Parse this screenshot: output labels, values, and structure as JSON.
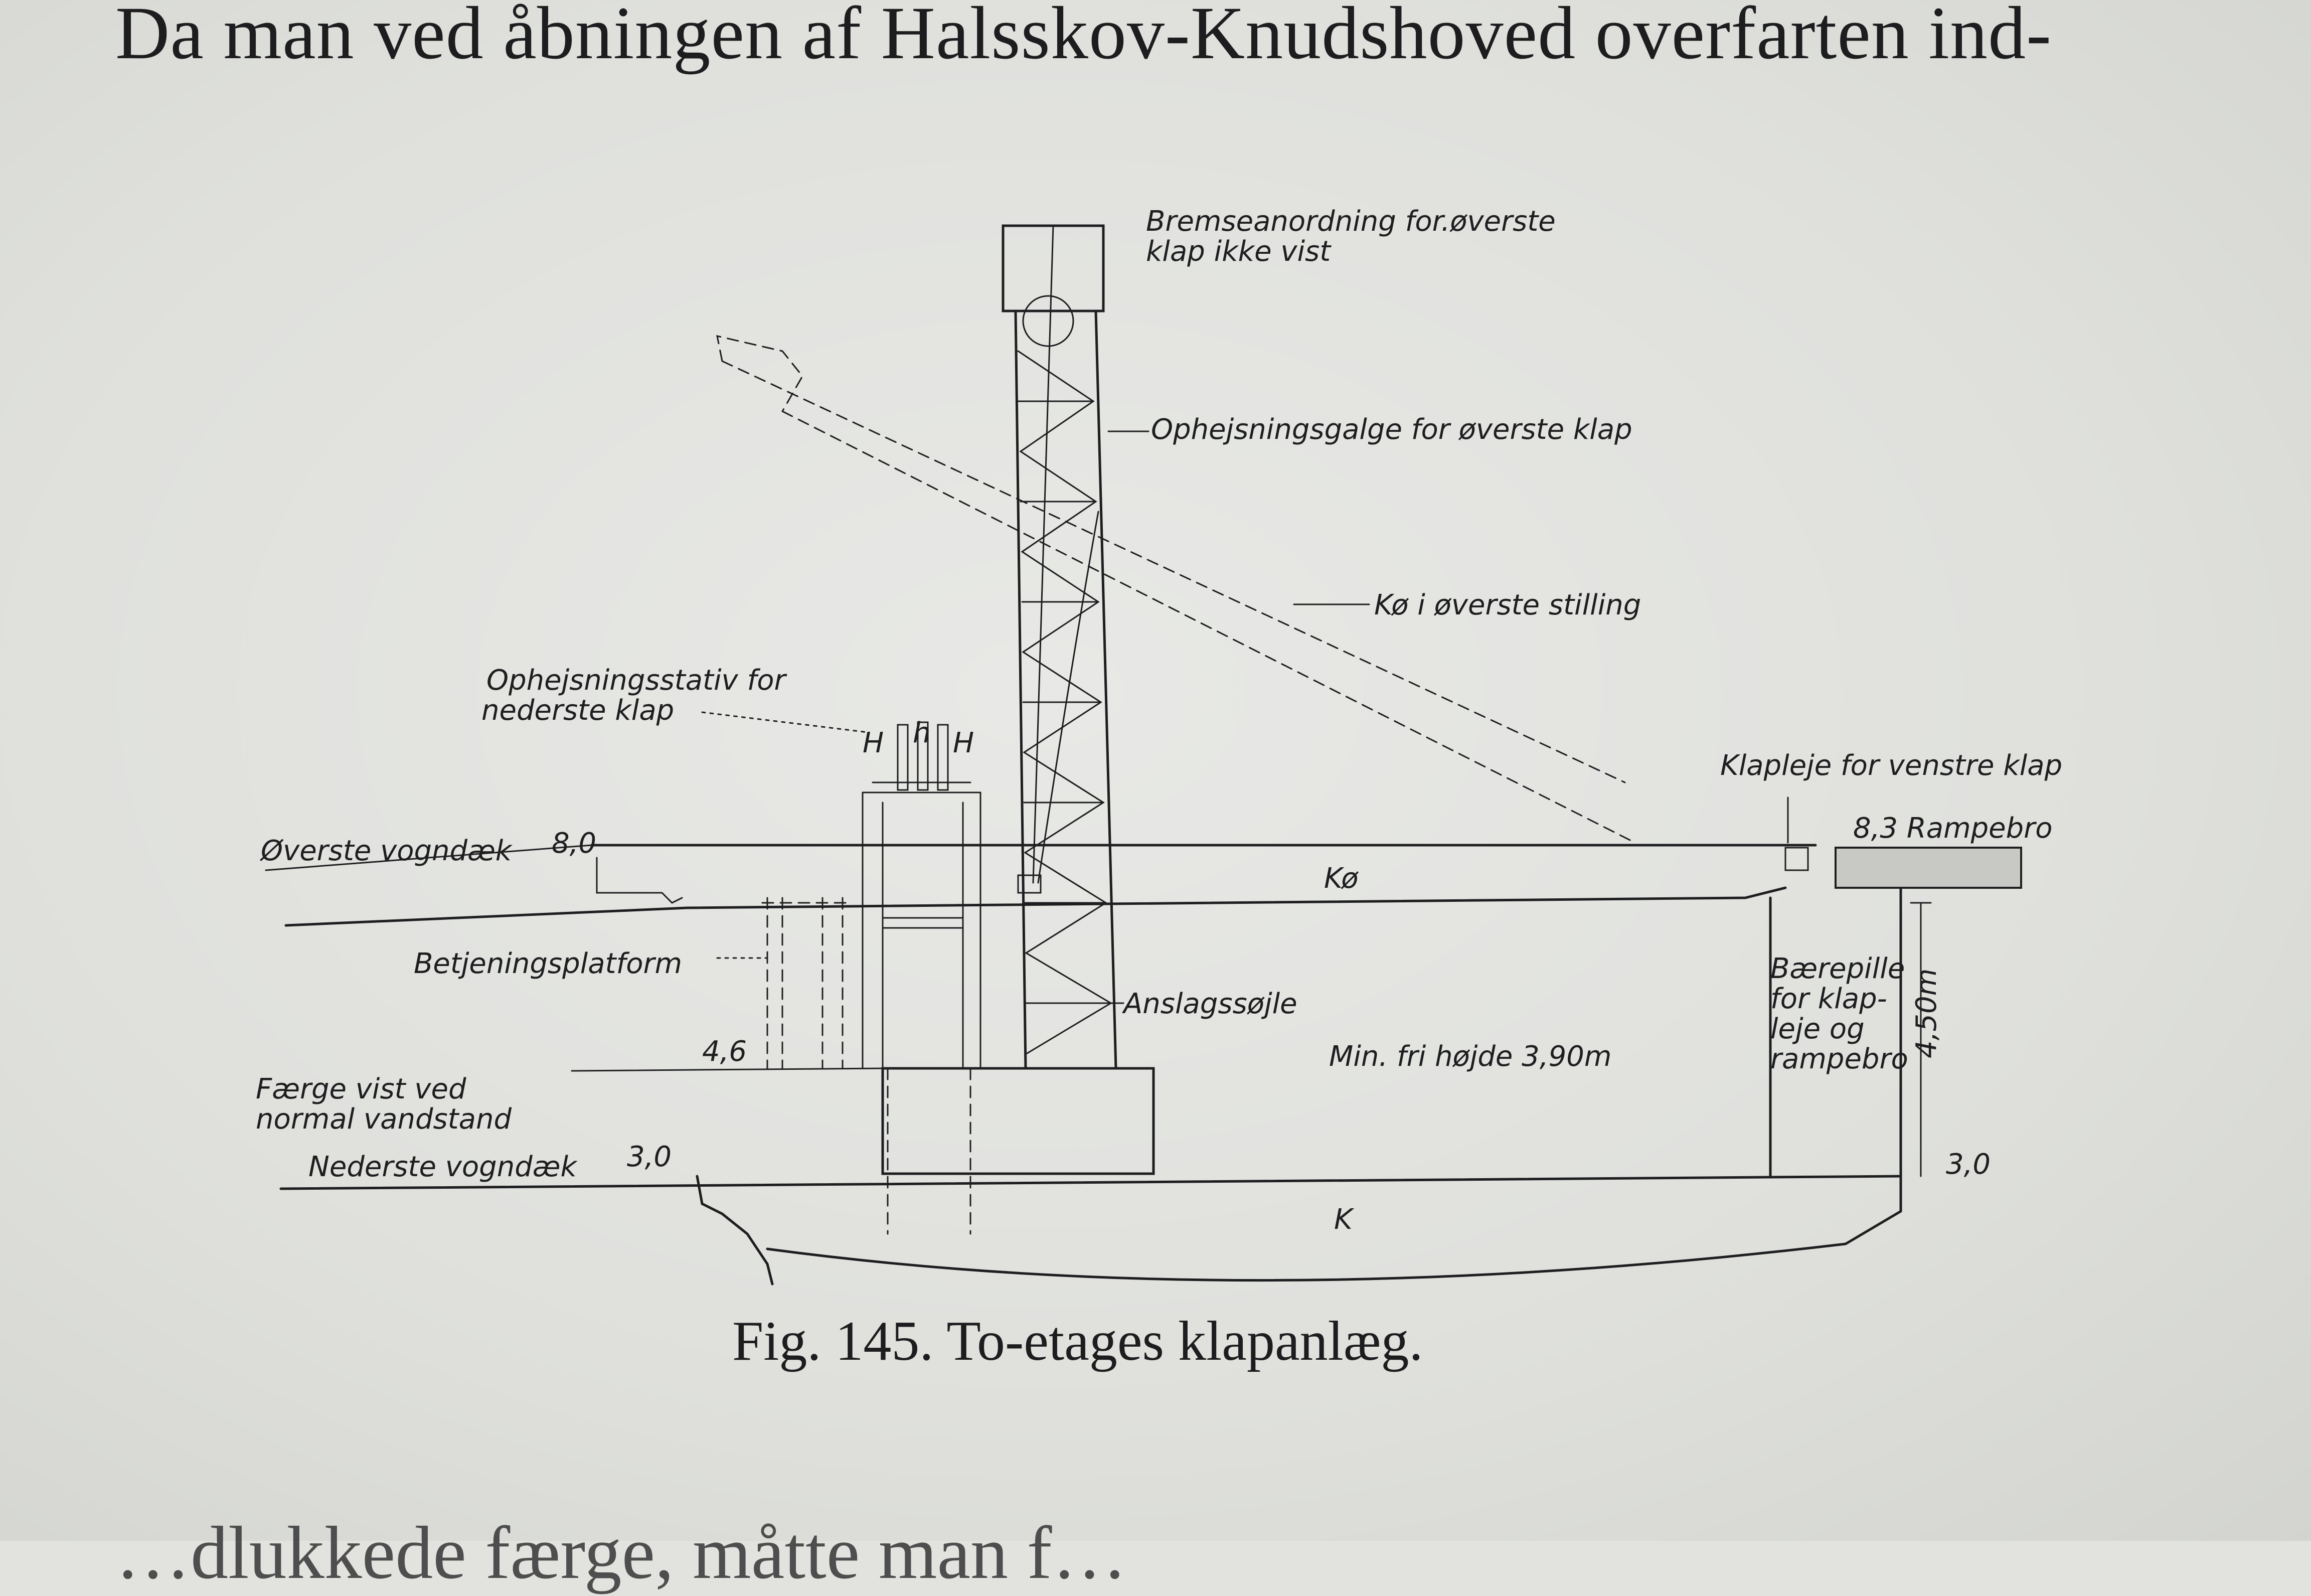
{
  "page": {
    "top_text": "Da man ved åbningen af Halsskov-Knudshoved overfarten ind-",
    "caption": "Fig. 145. To-etages klapanlæg.",
    "bottom_fragment": "…dlukkede færge, måtte man f…"
  },
  "diagram": {
    "labels": {
      "brake_note_line1": "Bremseanordning for.øverste",
      "brake_note_line2": "klap ikke vist",
      "gallows": "Ophejsningsgalge for øverste klap",
      "upper_position": "Kø i øverste stilling",
      "stand_line1": "Ophejsningsstativ for",
      "stand_line2": "nederste klap",
      "bearing": "Klapleje for venstre klap",
      "ramp": "8,3 Rampebro",
      "upper_deck": "Øverste vogndæk",
      "upper_deck_level": "8,0",
      "ko": "Kø",
      "platform": "Betjeningsplatform",
      "pillar_line1": "Bærepille",
      "pillar_line2": "for klap-",
      "pillar_line3": "leje og",
      "pillar_line4": "rampebro",
      "height_dim": "4,50m",
      "stop_column": "Anslagssøjle",
      "clearance": "Min. fri højde 3,90m",
      "ferry_line1": "Færge vist ved",
      "ferry_line2": "normal vandstand",
      "water_level": "4,6",
      "lower_deck": "Nederste vogndæk",
      "lower_deck_level": "3,0",
      "right_level": "3,0",
      "k": "K",
      "h_left": "H",
      "h_mid": "h",
      "h_right": "H"
    }
  }
}
